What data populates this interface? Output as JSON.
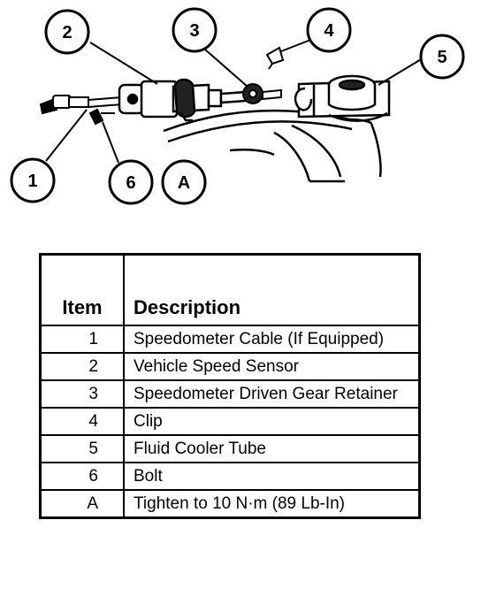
{
  "callouts": [
    "1",
    "2",
    "3",
    "4",
    "5",
    "6",
    "A"
  ],
  "table": {
    "headers": {
      "item": "Item",
      "description": "Description"
    },
    "rows": [
      {
        "item": "1",
        "description": "Speedometer Cable (If Equipped)"
      },
      {
        "item": "2",
        "description": "Vehicle Speed Sensor"
      },
      {
        "item": "3",
        "description": "Speedometer Driven Gear Retainer"
      },
      {
        "item": "4",
        "description": "Clip"
      },
      {
        "item": "5",
        "description": "Fluid Cooler Tube"
      },
      {
        "item": "6",
        "description": "Bolt"
      },
      {
        "item": "A",
        "description": "Tighten to 10 N·m (89 Lb-In)"
      }
    ]
  }
}
